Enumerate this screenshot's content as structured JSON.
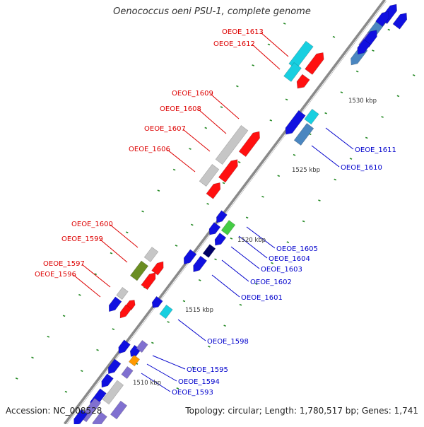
{
  "title": "Oenococcus oeni PSU-1, complete genome",
  "footer": {
    "accession": "Accession: NC_008528",
    "summary": "Topology: circular; Length: 1,780,517 bp; Genes: 1,741"
  },
  "colors": {
    "backbone": "#8a8a8a",
    "label_red": "#dd0000",
    "label_blue": "#0000cc",
    "tick_green": "#228822",
    "gene_blue": "#1010e0",
    "gene_red": "#ff1010",
    "gene_cyan": "#18cfe0",
    "gene_gray": "#c6c6c6",
    "gene_green": "#44cc44",
    "gene_olive": "#6b8e23",
    "gene_steel": "#4a86c0",
    "gene_purple": "#8070d0",
    "gene_navy": "#000066",
    "gene_orange": "#ff9900"
  },
  "scale_labels": [
    "1530 kbp",
    "1525 kbp",
    "1520 kbp",
    "1515 kbp",
    "1510 kbp"
  ],
  "gene_labels_red": [
    "OEOE_1613",
    "OEOE_1612",
    "OEOE_1609",
    "OEOE_1608",
    "OEOE_1607",
    "OEOE_1606",
    "OEOE_1600",
    "OEOE_1599",
    "OEOE_1597",
    "OEOE_1596"
  ],
  "gene_labels_blue": [
    "OEOE_1611",
    "OEOE_1610",
    "OEOE_1605",
    "OEOE_1604",
    "OEOE_1603",
    "OEOE_1602",
    "OEOE_1601",
    "OEOE_1598",
    "OEOE_1595",
    "OEOE_1594",
    "OEOE_1593"
  ]
}
